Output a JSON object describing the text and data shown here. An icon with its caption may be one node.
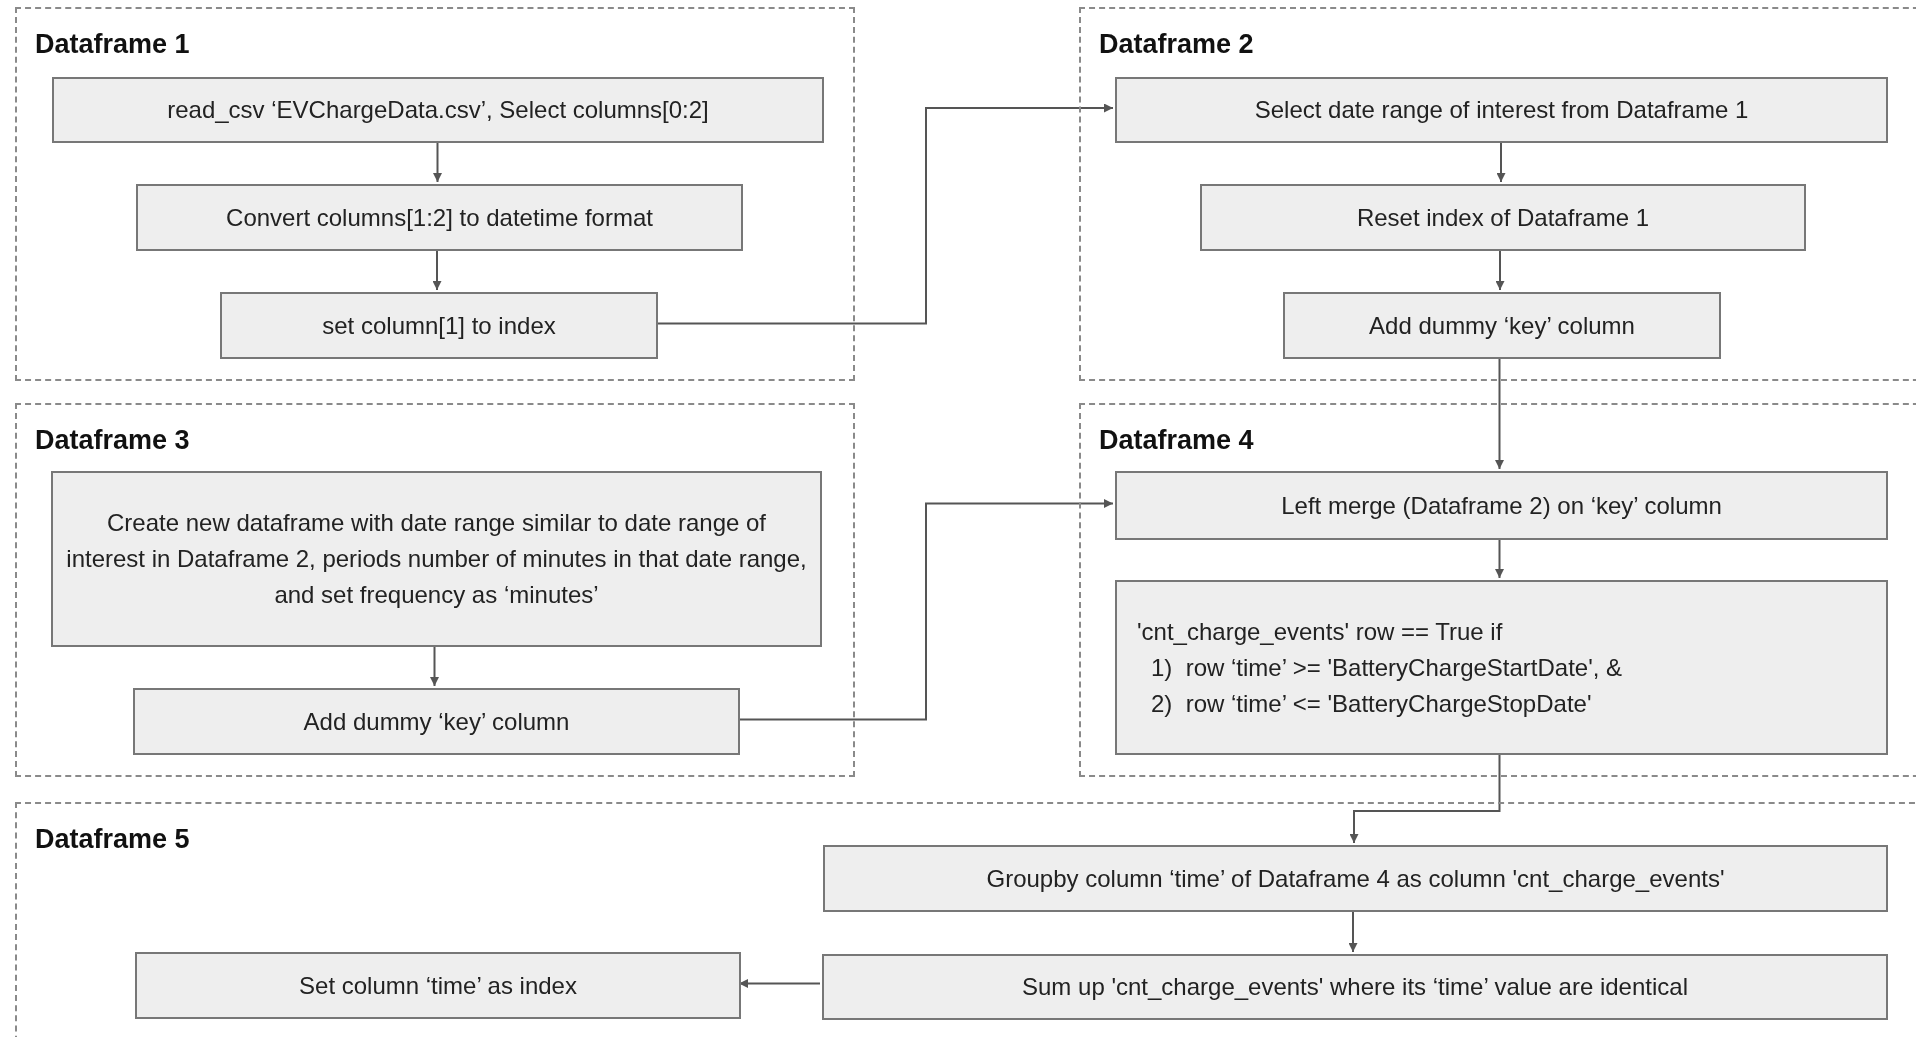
{
  "diagram": {
    "nodes": [
      {
        "text": [
          "Dataframe 1"
        ]
      },
      {
        "text": [
          "read_csv ‘EVChargeData.csv’, Select columns[0:2]"
        ],
        "in": 0
      },
      {
        "text": [
          "Convert columns[1:2] to datetime format"
        ],
        "in": 0
      },
      {
        "text": [
          "set column[1] to index"
        ],
        "in": 0
      },
      {
        "text": [
          "Dataframe 2"
        ]
      },
      {
        "text": [
          "Select date range of interest from Dataframe 1"
        ],
        "in": 4
      },
      {
        "text": [
          "Reset index of Dataframe 1"
        ],
        "in": 4
      },
      {
        "text": [
          "Add dummy ‘key’ column"
        ],
        "in": 4
      },
      {
        "text": [
          "Dataframe 3"
        ]
      },
      {
        "text": [
          "Create new dataframe with date range similar to date range of interest in Dataframe 2, periods number of minutes in that date range, and set frequency as ‘minutes’"
        ],
        "in": 8
      },
      {
        "text": [
          "Add dummy ‘key’ column"
        ],
        "in": 8
      },
      {
        "text": [
          "Dataframe 4"
        ]
      },
      {
        "text": [
          "Left merge (Dataframe 2) on ‘key’ column"
        ],
        "in": 11
      },
      {
        "text": [
          "'cnt_charge_events' row == True if",
          "1)  row ‘time’ >= 'BatteryChargeStartDate', &",
          "2)  row ‘time’ <= 'BatteryChargeStopDate'"
        ],
        "in": 11
      },
      {
        "text": [
          "Dataframe 5"
        ]
      },
      {
        "text": [
          "Groupby column ‘time’ of Dataframe 4 as column 'cnt_charge_events'"
        ],
        "in": 14
      },
      {
        "text": [
          "Sum up 'cnt_charge_events' where its ‘time’ value are identical"
        ],
        "in": 14
      },
      {
        "text": [
          "Set column ‘time’ as index"
        ],
        "in": 14
      }
    ],
    "edges": [
      {
        "from": 1,
        "to": 2,
        "arrow": "to"
      },
      {
        "from": 2,
        "to": 3,
        "arrow": "to"
      },
      {
        "from": 3,
        "to": 5,
        "arrow": "to"
      },
      {
        "from": 5,
        "to": 6,
        "arrow": "to"
      },
      {
        "from": 6,
        "to": 7,
        "arrow": "to"
      },
      {
        "from": 7,
        "to": 12,
        "arrow": "to"
      },
      {
        "from": 9,
        "to": 10,
        "arrow": "to"
      },
      {
        "from": 10,
        "to": 12,
        "arrow": "to"
      },
      {
        "from": 12,
        "to": 13,
        "arrow": "to"
      },
      {
        "from": 13,
        "to": 15,
        "arrow": "to"
      },
      {
        "from": 15,
        "to": 16,
        "arrow": "to"
      },
      {
        "from": 16,
        "to": 17,
        "arrow": "to"
      }
    ]
  }
}
